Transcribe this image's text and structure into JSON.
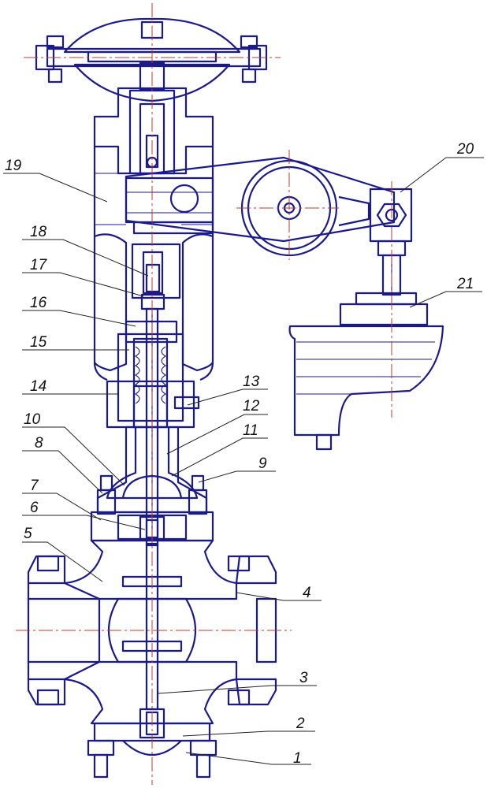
{
  "colors": {
    "outline": "#1a1a8c",
    "axis": "#c0392b",
    "hatch": "#1a1a8c",
    "text": "#111111"
  },
  "labels": [
    "1",
    "2",
    "3",
    "4",
    "5",
    "6",
    "7",
    "8",
    "9",
    "10",
    "11",
    "12",
    "13",
    "14",
    "15",
    "16",
    "17",
    "18",
    "19",
    "20",
    "21"
  ]
}
